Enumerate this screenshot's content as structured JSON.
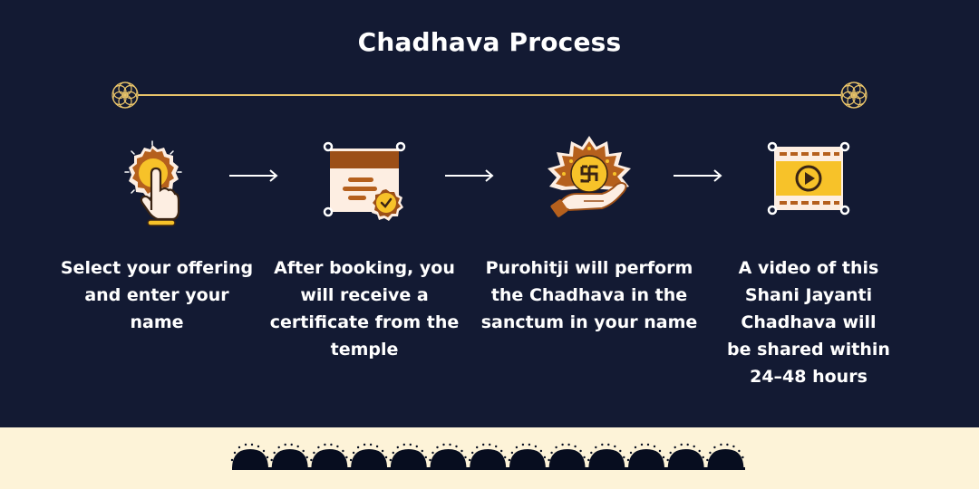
{
  "title": "Chadhava Process",
  "colors": {
    "background": "#131a33",
    "footer": "#fdf3d8",
    "gold": "#e9c46a",
    "brown": "#9c4f17",
    "yellow": "#f7c229",
    "cream": "#fdeee2",
    "scallop": "#070d1f"
  },
  "steps": [
    {
      "icon": "pointing-hand-icon",
      "text": "Select your offering and enter your name",
      "lines": [
        "Select your offering",
        "and enter your",
        "name"
      ]
    },
    {
      "icon": "certificate-icon",
      "text": "After booking, you will receive a certificate from the temple",
      "lines": [
        "After booking, you",
        "will receive a",
        "certificate from the",
        "temple"
      ]
    },
    {
      "icon": "offering-hand-swastik-icon",
      "text": "Purohitji will perform the Chadhava in the sanctum in your name",
      "lines": [
        "Purohitji will perform",
        "the Chadhava in the",
        "sanctum in your name"
      ]
    },
    {
      "icon": "video-film-icon",
      "text": "A video of this Shani Jayanti Chadhava will be shared within 24–48 hours",
      "lines": [
        "A video of this",
        "Shani Jayanti",
        "Chadhava will",
        "be shared within",
        "24–48 hours"
      ]
    }
  ],
  "arrows": [
    "arrow-right-icon",
    "arrow-right-icon",
    "arrow-right-icon"
  ]
}
